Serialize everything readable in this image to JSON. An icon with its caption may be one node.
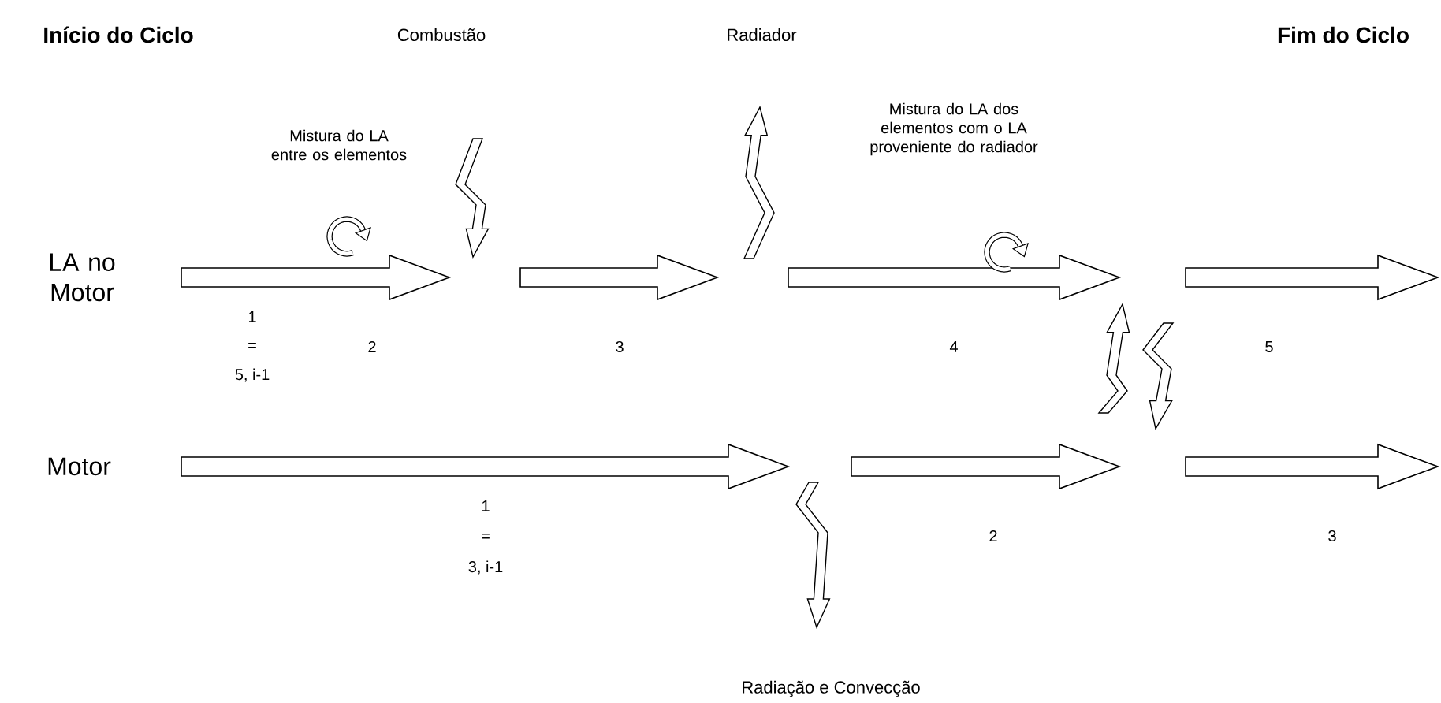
{
  "diagram": {
    "labels": [
      "Início do Ciclo",
      "Combustão",
      "Radiador",
      "Fim do Ciclo",
      "Mistura do LA entre os elementos",
      "Mistura do LA dos elementos com o LA proveniente do radiador",
      "LA no Motor",
      "1",
      "=",
      "5, i-1",
      "2",
      "3",
      "4",
      "5",
      "Motor",
      "1",
      "=",
      "3, i-1",
      "2",
      "3",
      "Radiação e Convecção"
    ]
  }
}
